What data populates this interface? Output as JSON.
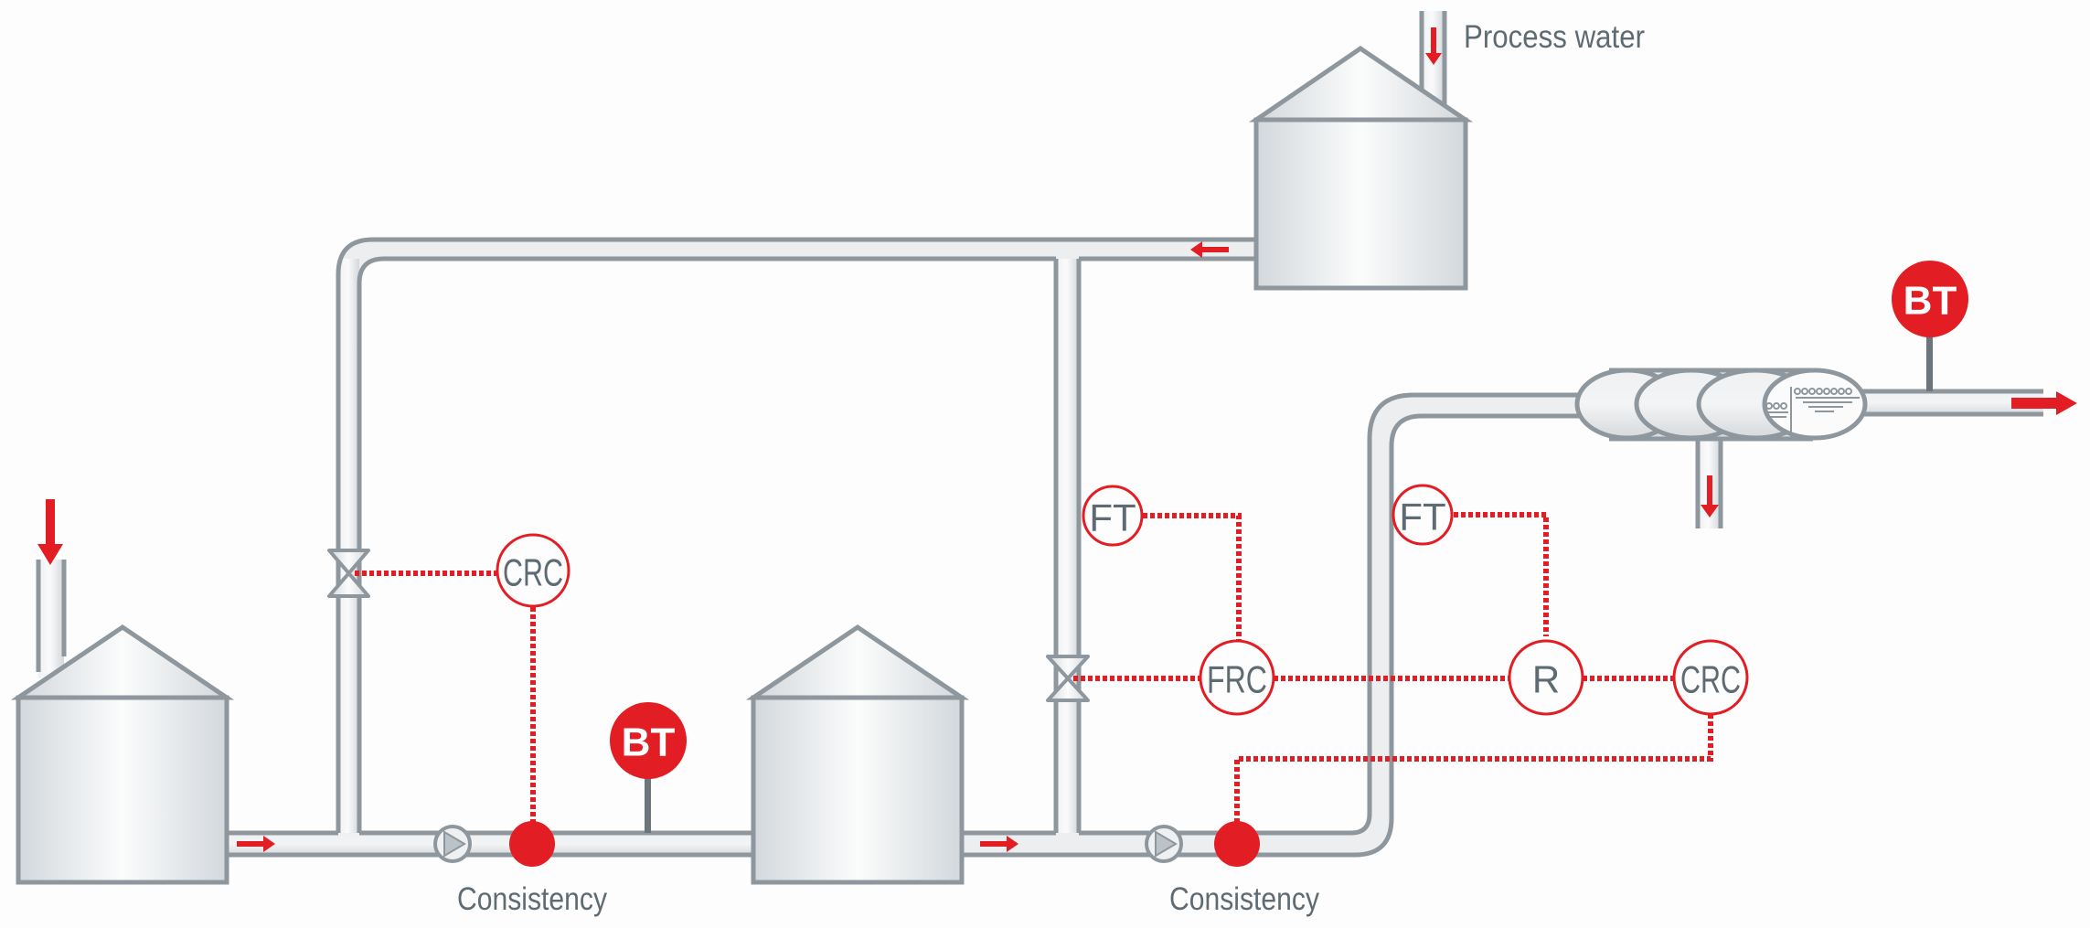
{
  "colors": {
    "accent_red": "#e31d24",
    "pipe_outline": "#8e979d",
    "text": "#5f6b72",
    "background": "#fdfdfd"
  },
  "labels": {
    "process_water": "Process water",
    "consistency_1": "Consistency",
    "consistency_2": "Consistency"
  },
  "instruments": {
    "crc_1": "CRC",
    "ft_1": "FT",
    "frc": "FRC",
    "ft_2": "FT",
    "r": "R",
    "crc_2": "CRC",
    "bt_1": "BT",
    "bt_2": "BT"
  },
  "equipment": {
    "tank_1": "storage-tank",
    "tank_2": "storage-tank",
    "tank_3": "process-water-tank",
    "pump_1": "pump-icon",
    "pump_2": "pump-icon",
    "valve_1": "control-valve-icon",
    "valve_2": "control-valve-icon",
    "paper_machine": "paper-machine-icon",
    "consistency_sensor_1": "sensor-dot-icon",
    "consistency_sensor_2": "sensor-dot-icon"
  }
}
